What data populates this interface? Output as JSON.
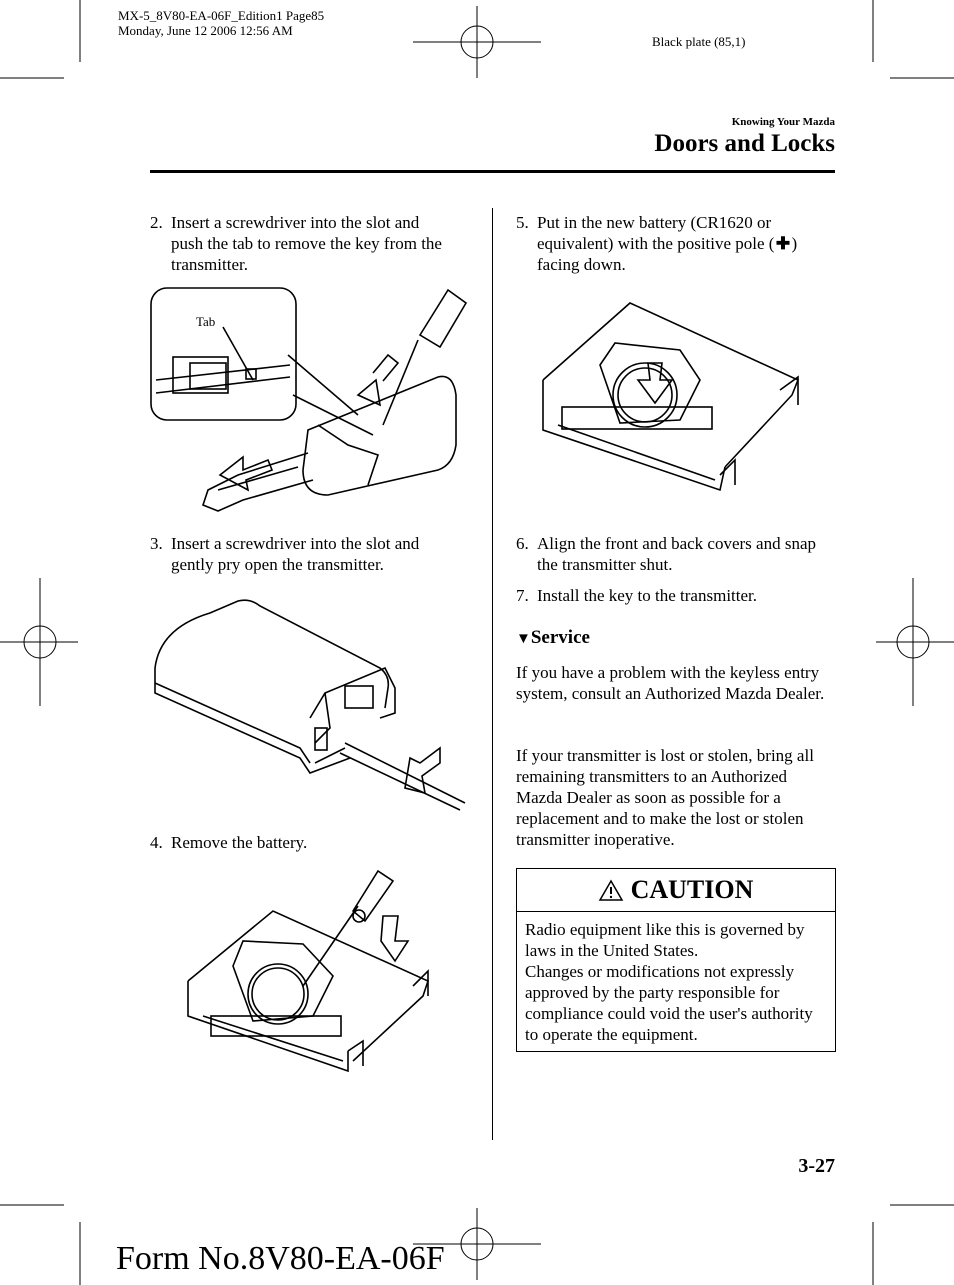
{
  "header": {
    "slug_line1": "MX-5_8V80-EA-06F_Edition1 Page85",
    "slug_line2": "Monday, June 12 2006 12:56 AM",
    "plate": "Black plate (85,1)",
    "section": "Knowing Your Mazda",
    "title": "Doors and Locks"
  },
  "left_column": {
    "step2": {
      "num": "2.",
      "text": "Insert a screwdriver into the slot and push the tab to remove the key from the transmitter."
    },
    "fig1_label": "Tab",
    "step3": {
      "num": "3.",
      "text": "Insert a screwdriver into the slot and gently pry open the transmitter."
    },
    "step4": {
      "num": "4.",
      "text": "Remove the battery."
    }
  },
  "right_column": {
    "step5": {
      "num": "5.",
      "text_a": "Put in the new battery (CR1620 or equivalent) with the positive pole (",
      "text_b": ") facing down."
    },
    "step6": {
      "num": "6.",
      "text": "Align the front and back covers and snap the transmitter shut."
    },
    "step7": {
      "num": "7.",
      "text": "Install the key to the transmitter."
    },
    "service_heading": "Service",
    "service_p1": "If you have a problem with the keyless entry system, consult an Authorized Mazda Dealer.",
    "service_p2": "If your transmitter is lost or stolen, bring all remaining transmitters to an Authorized Mazda Dealer as soon as possible for a replacement and to make the lost or stolen transmitter inoperative."
  },
  "caution": {
    "title": "CAUTION",
    "line1": "Radio equipment like this is governed by laws in the United States.",
    "line2": "Changes or modifications not expressly approved by the party responsible for compliance could void the user's authority to operate the equipment."
  },
  "footer": {
    "page_number": "3-27",
    "form_number": "Form No.8V80-EA-06F"
  }
}
